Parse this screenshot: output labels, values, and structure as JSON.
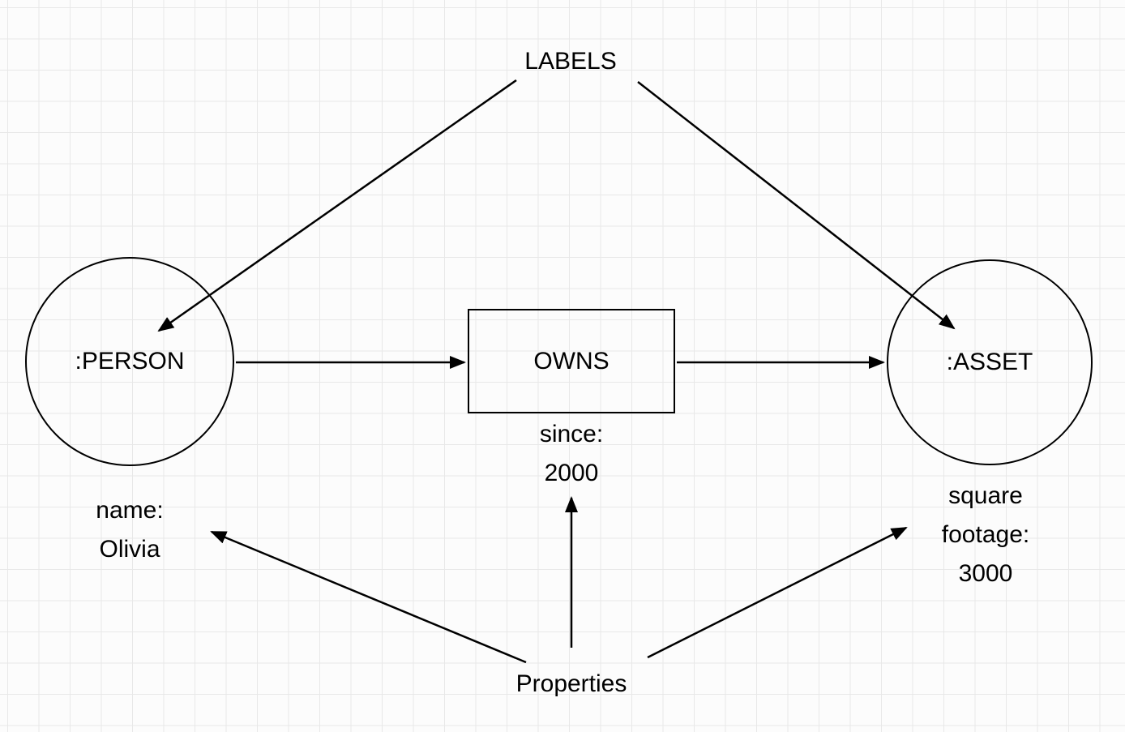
{
  "title": "LABELS",
  "properties_caption": "Properties",
  "nodes": {
    "person": {
      "label": ":PERSON",
      "property": "name:\nOlivia"
    },
    "asset": {
      "label": ":ASSET",
      "property": "square\nfootage:\n3000"
    }
  },
  "relationship": {
    "label": "OWNS",
    "property": "since:\n2000"
  },
  "colors": {
    "ink": "#000000",
    "grid": "#e8e8e8",
    "background": "#fcfcfc"
  }
}
